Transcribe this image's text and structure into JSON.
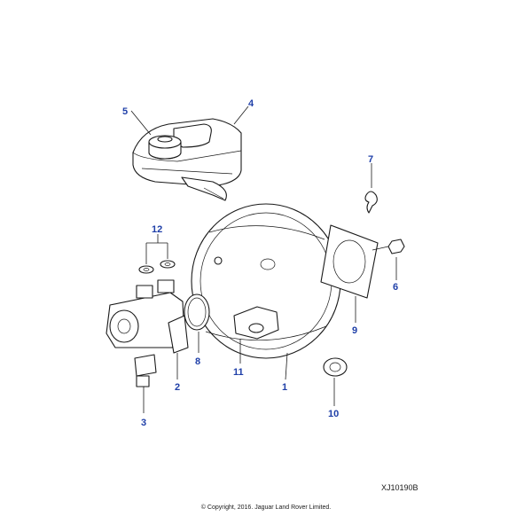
{
  "diagram": {
    "reference_code": "XJ10190B",
    "copyright": "© Copyright, 2016. Jaguar Land Rover Limited.",
    "callouts": [
      {
        "id": "1",
        "label": "1"
      },
      {
        "id": "2",
        "label": "2"
      },
      {
        "id": "3",
        "label": "3"
      },
      {
        "id": "4",
        "label": "4"
      },
      {
        "id": "5",
        "label": "5"
      },
      {
        "id": "6",
        "label": "6"
      },
      {
        "id": "7",
        "label": "7"
      },
      {
        "id": "8",
        "label": "8"
      },
      {
        "id": "9",
        "label": "9"
      },
      {
        "id": "10",
        "label": "10"
      },
      {
        "id": "11",
        "label": "11"
      },
      {
        "id": "12",
        "label": "12"
      }
    ],
    "colors": {
      "callout": "#1f3fa8",
      "line": "#1a1a1a"
    }
  }
}
